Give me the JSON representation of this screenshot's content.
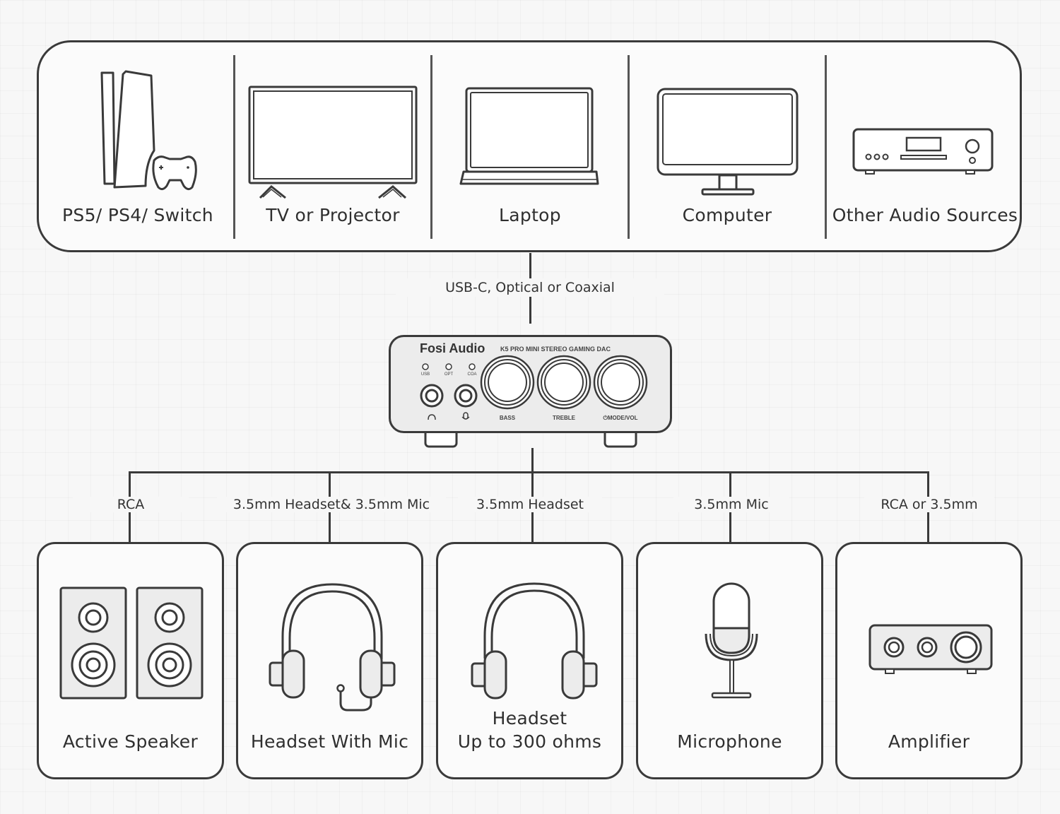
{
  "sources": [
    {
      "label": "PS5/ PS4/ Switch",
      "icon": "console-icon"
    },
    {
      "label": "TV or Projector",
      "icon": "tv-icon"
    },
    {
      "label": "Laptop",
      "icon": "laptop-icon"
    },
    {
      "label": "Computer",
      "icon": "monitor-icon"
    },
    {
      "label": "Other Audio Sources",
      "icon": "audio-receiver-icon"
    }
  ],
  "input_connection": "USB-C, Optical or Coaxial",
  "dac": {
    "brand": "Fosi Audio",
    "model": "K5 PRO MINI STEREO GAMING DAC",
    "indicators": [
      "USB",
      "OPT",
      "COA"
    ],
    "knobs": [
      "BASS",
      "TREBLE",
      "MODE/VOL"
    ]
  },
  "outputs": [
    {
      "connection": "RCA",
      "label": "Active Speaker",
      "icon": "speaker-icon"
    },
    {
      "connection": "3.5mm Headset& 3.5mm Mic",
      "label": "Headset With Mic",
      "icon": "headset-mic-icon"
    },
    {
      "connection": "3.5mm Headset",
      "label": "Headset",
      "sublabel": "Up to 300 ohms",
      "icon": "headphones-icon"
    },
    {
      "connection": "3.5mm Mic",
      "label": "Microphone",
      "icon": "microphone-icon"
    },
    {
      "connection": "RCA or 3.5mm",
      "label": "Amplifier",
      "icon": "amplifier-icon"
    }
  ]
}
